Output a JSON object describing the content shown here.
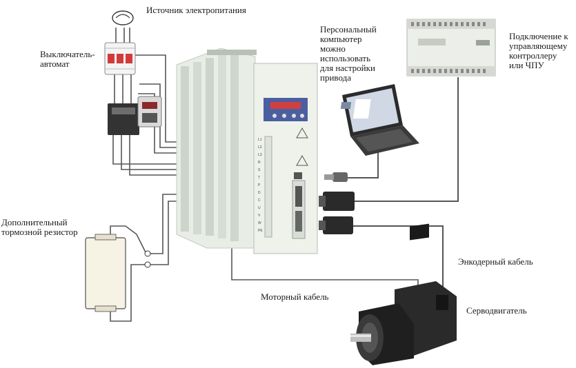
{
  "labels": {
    "power_source": "Источник электропитания",
    "breaker": "Выключатель-\nавтомат",
    "pc": "Персональный\nкомпьютер\nможно\nиспользовать\nдля настройки\nпривода",
    "controller": "Подключение к\nуправляющему\nконтроллеру\nили ЧПУ",
    "brake_resistor": "Дополнительный\nтормозной резистор",
    "encoder_cable": "Энкодерный кабель",
    "motor_cable": "Моторный кабель",
    "servo_motor": "Серводвигатель"
  },
  "drive": {
    "terminal_labels": [
      "L1",
      "L2",
      "L3",
      "R",
      "S",
      "T",
      "P",
      "D",
      "C",
      "U",
      "V",
      "W",
      "PE"
    ]
  },
  "colors": {
    "wire": "#555555",
    "drive_body": "#dfe5dc",
    "display_panel": "#4b5fa0",
    "motor_body": "#1f1f1f"
  }
}
